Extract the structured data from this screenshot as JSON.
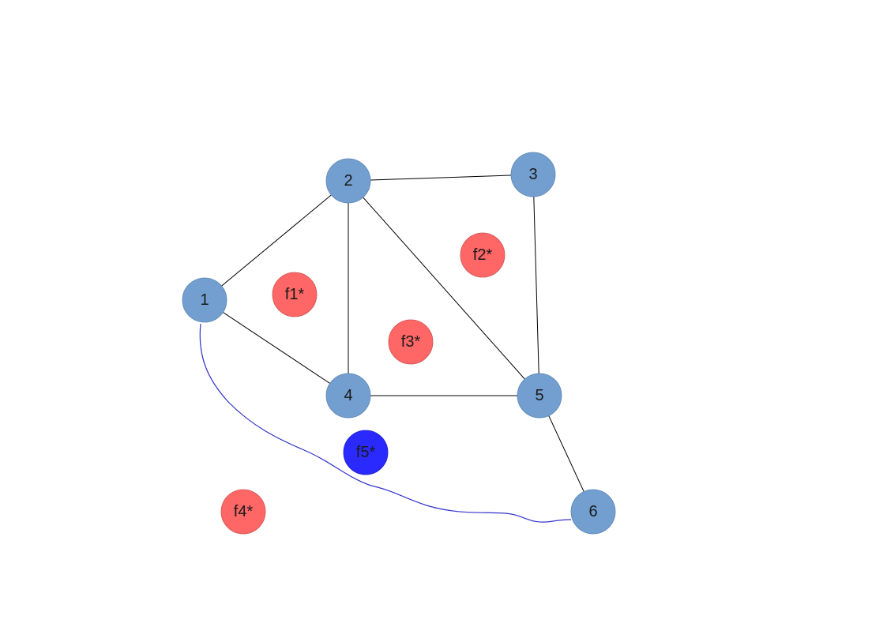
{
  "graph": {
    "vertices": [
      {
        "id": "1",
        "label": "1"
      },
      {
        "id": "2",
        "label": "2"
      },
      {
        "id": "3",
        "label": "3"
      },
      {
        "id": "4",
        "label": "4"
      },
      {
        "id": "5",
        "label": "5"
      },
      {
        "id": "6",
        "label": "6"
      }
    ],
    "faces": [
      {
        "id": "f1",
        "label": "f1*"
      },
      {
        "id": "f2",
        "label": "f2*"
      },
      {
        "id": "f3",
        "label": "f3*"
      },
      {
        "id": "f4",
        "label": "f4*"
      },
      {
        "id": "f5",
        "label": "f5*"
      }
    ],
    "edges": [
      {
        "from": "1",
        "to": "2"
      },
      {
        "from": "1",
        "to": "4"
      },
      {
        "from": "2",
        "to": "3"
      },
      {
        "from": "2",
        "to": "4"
      },
      {
        "from": "2",
        "to": "5"
      },
      {
        "from": "3",
        "to": "5"
      },
      {
        "from": "4",
        "to": "5"
      },
      {
        "from": "5",
        "to": "6"
      }
    ],
    "highlighted_edges": [
      {
        "from": "1",
        "to": "6"
      }
    ]
  },
  "colors": {
    "vertex_fill": "#729fcf",
    "vertex_stroke": "#5d86b5",
    "face_fill": "#ff6666",
    "face_stroke": "#cc5555",
    "highlighted_face_fill": "#2a2aff",
    "highlighted_face_stroke": "#1a1acc",
    "edge": "#000000",
    "highlighted_edge": "#3333cc"
  }
}
